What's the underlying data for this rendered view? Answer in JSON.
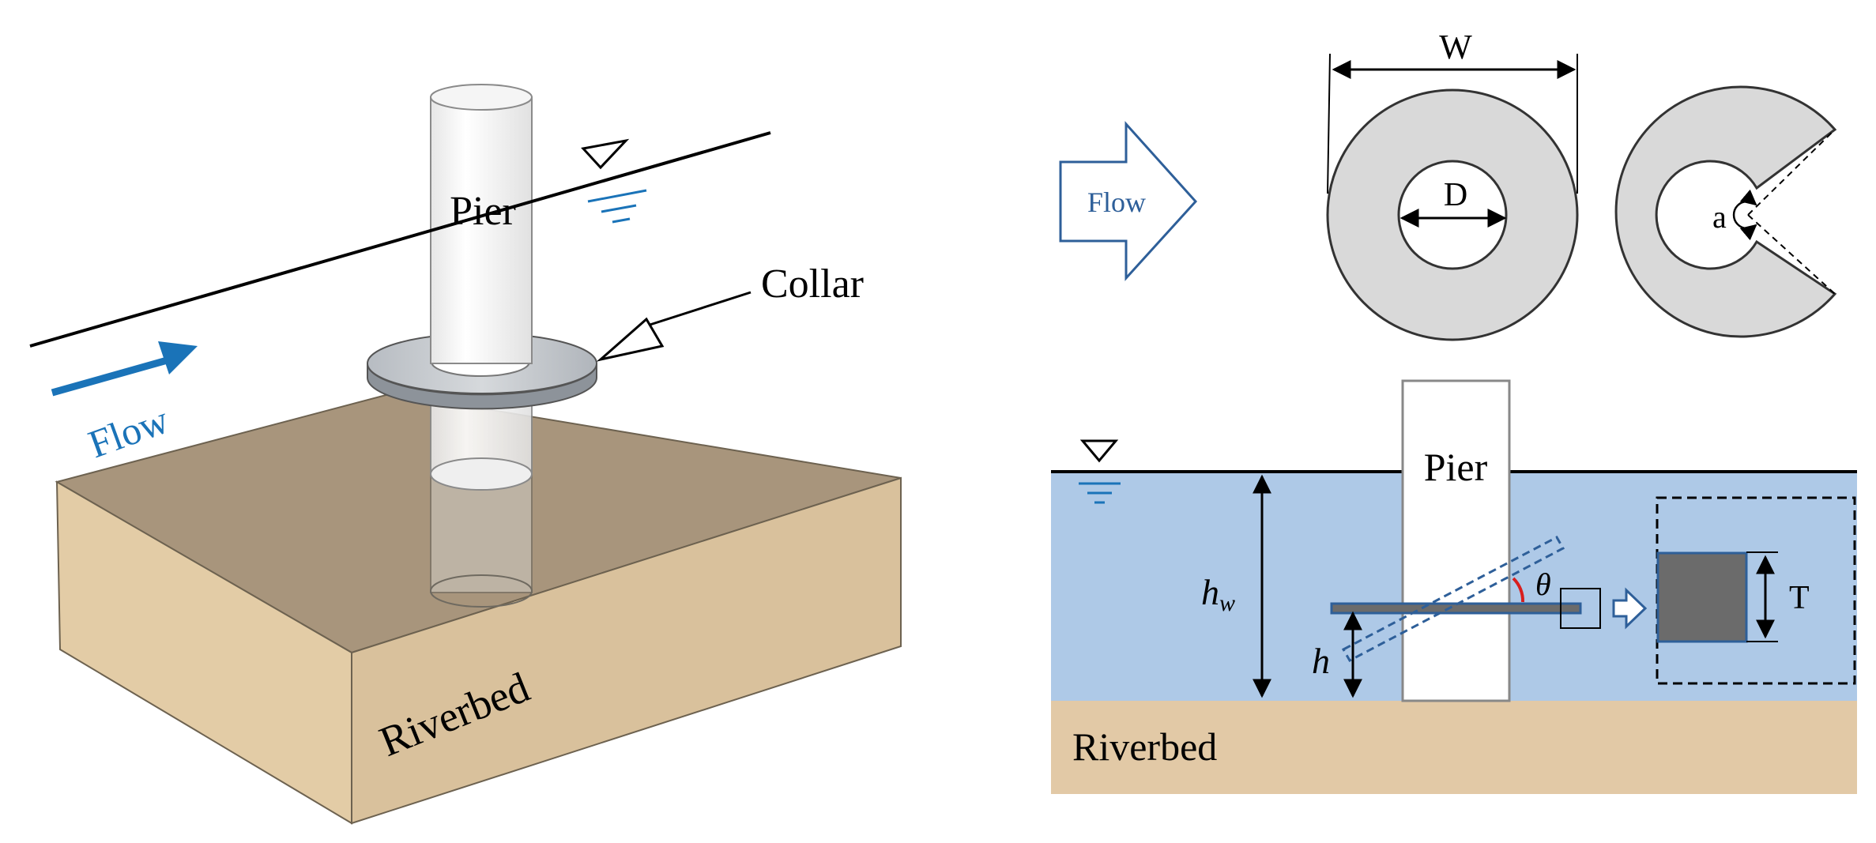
{
  "left_panel": {
    "pier_label": "Pier",
    "collar_label": "Collar",
    "flow_label": "Flow",
    "riverbed_label": "Riverbed"
  },
  "top_right": {
    "flow_label": "Flow",
    "width_label": "W",
    "diameter_label": "D",
    "angle_label": "a"
  },
  "bottom_right": {
    "pier_label": "Pier",
    "water_depth_label": "h",
    "water_depth_sub": "w",
    "collar_elev_label": "h",
    "theta_label": "θ",
    "thickness_label": "T",
    "riverbed_label": "Riverbed"
  },
  "colors": {
    "flow_blue": "#1a73b8",
    "outline_blue": "#2e5f99",
    "water": "#aec9e7",
    "sediment": "#e2c9a6",
    "collar_fill": "#d9d9d9",
    "collar_dark": "#6b6b6b",
    "theta_arc": "#d81e1e"
  }
}
